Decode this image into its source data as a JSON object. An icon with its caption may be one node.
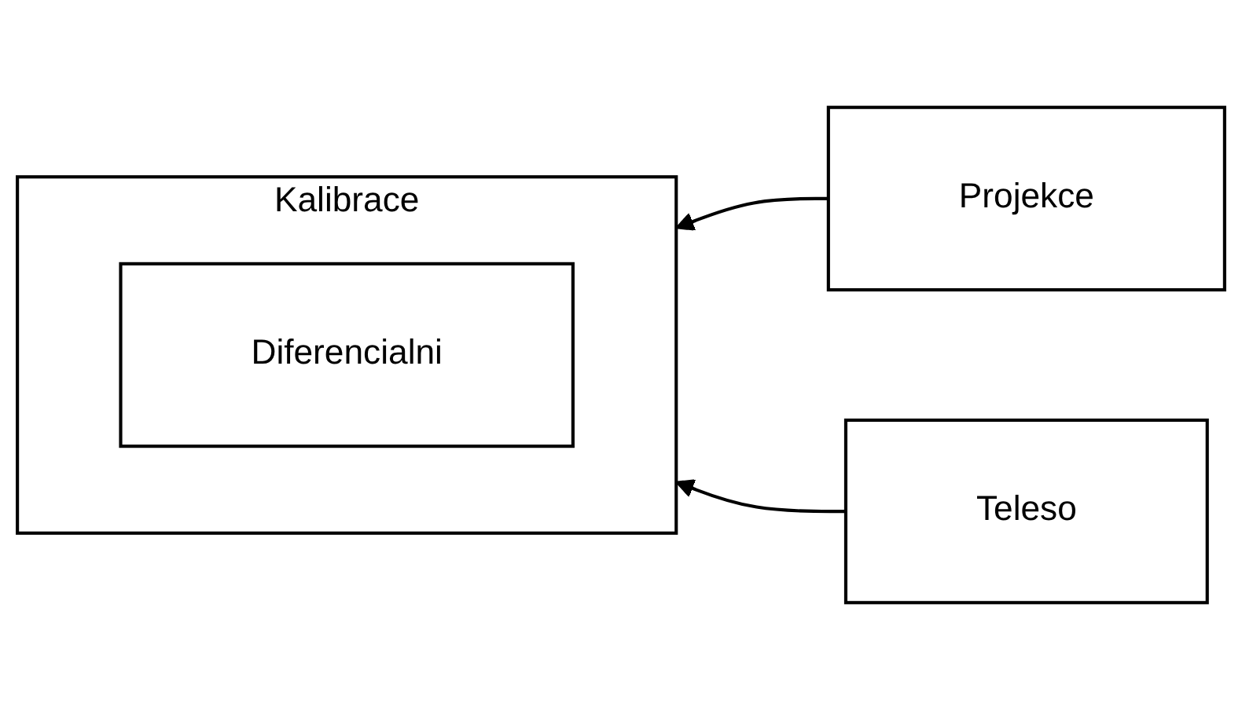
{
  "diagram": {
    "nodes": [
      {
        "text": [
          "Kalibrace"
        ]
      },
      {
        "text": [
          "Diferencialni"
        ],
        "in": 0
      },
      {
        "text": [
          "Projekce"
        ]
      },
      {
        "text": [
          "Teleso"
        ]
      }
    ],
    "edges": [
      {
        "from": 2,
        "to": 0,
        "arrow": "to"
      },
      {
        "from": 3,
        "to": 0,
        "arrow": "to"
      }
    ]
  }
}
